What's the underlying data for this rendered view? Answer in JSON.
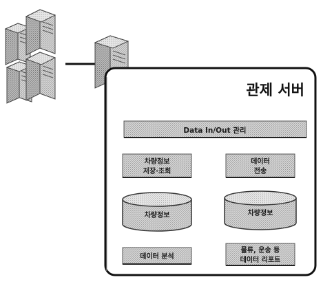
{
  "diagram": {
    "title": "관제 서버",
    "banner": "Data In/Out 관리",
    "boxes": {
      "top_left": [
        "차량정보",
        "저장·조회"
      ],
      "top_right": [
        "데이터",
        "전송"
      ],
      "db_left": "차량정보",
      "db_right": "차량정보",
      "bottom_left": "데이터 분석",
      "bottom_right": [
        "물류, 운송 등",
        "데이터 리포트"
      ]
    }
  }
}
